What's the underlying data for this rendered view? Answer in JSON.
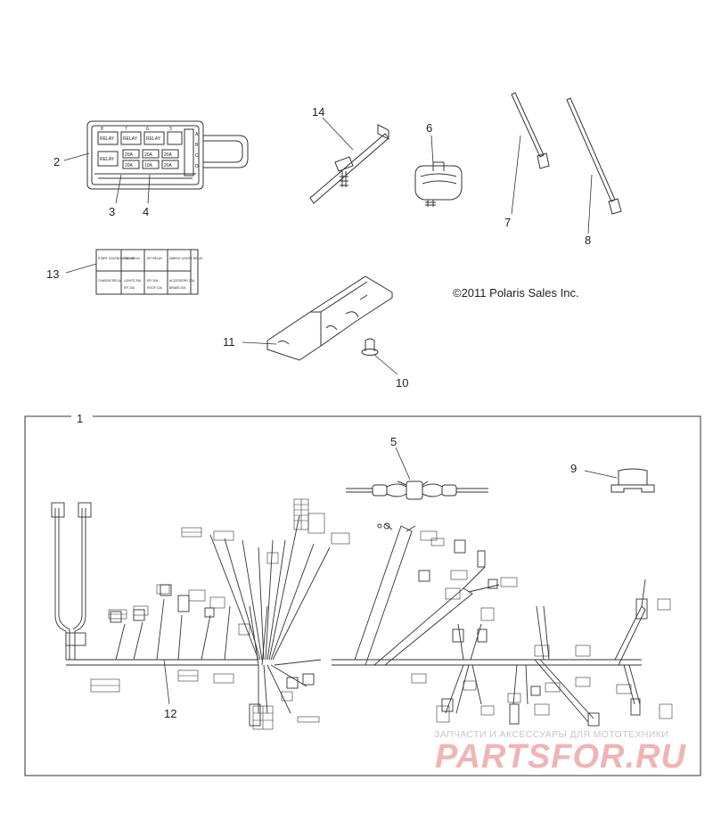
{
  "callouts": {
    "c1": "1",
    "c2": "2",
    "c3": "3",
    "c4": "4",
    "c5": "5",
    "c6": "6",
    "c7": "7",
    "c8": "8",
    "c9": "9",
    "c10": "10",
    "c11": "11",
    "c12": "12",
    "c13": "13",
    "c14": "14"
  },
  "fuse_box": {
    "relay_label": "RELAY",
    "fuse_rating": "20A",
    "fuse_rating_alt": "10A",
    "slot_numbers": [
      "8",
      "7",
      "6",
      "3"
    ],
    "side_letters": [
      "A",
      "B",
      "C",
      "D"
    ]
  },
  "decal": {
    "cells": [
      "START SOLENOID RELAY",
      "FAN RELAY",
      "EFI RELAY",
      "DIMPLE LIGHTS RELAY",
      "CHASSIS RELAY",
      "LIGHTS 20A",
      "EFI 20A",
      "ACCESSORY 20A",
      "EFI 20A",
      "ROOF 10A",
      "BRAKE 20A"
    ]
  },
  "copyright": "©2011 Polaris Sales Inc.",
  "watermark": {
    "tagline": "ЗАПЧАСТИ И АКСЕССУАРЫ ДЛЯ МОТОТЕХНИКИ",
    "logo": "PARTSFOR.RU"
  },
  "colors": {
    "line": "#333333",
    "watermark_red": "#efb5b5",
    "watermark_gray": "#c6c6c6"
  }
}
